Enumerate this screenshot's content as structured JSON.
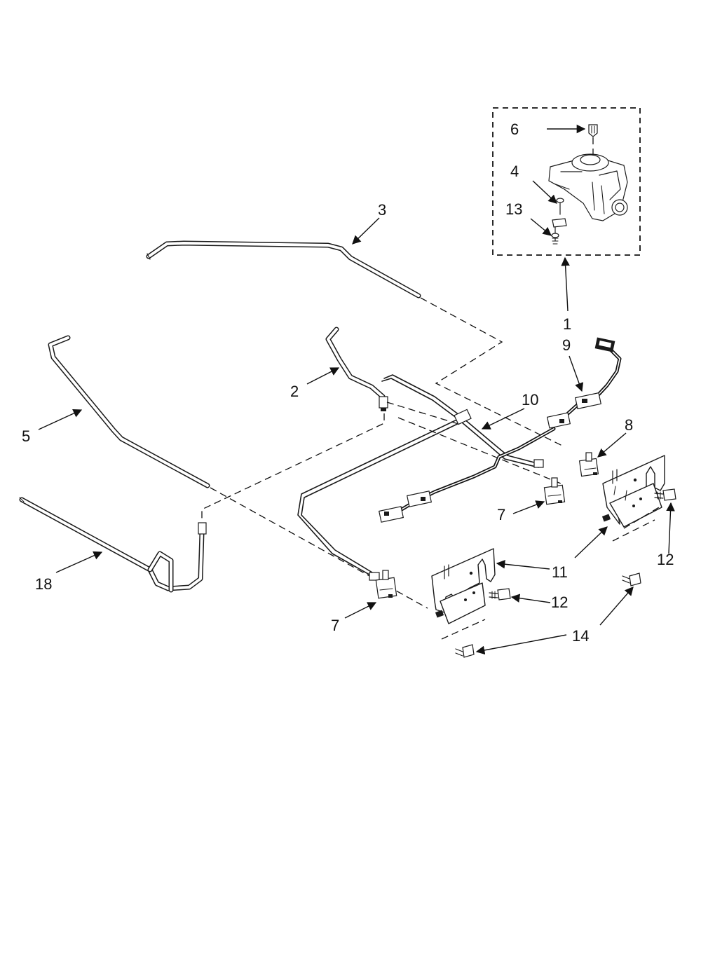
{
  "diagram": {
    "colors": {
      "line": "#1a1a1a",
      "background": "#ffffff"
    },
    "callouts": {
      "c1": "1",
      "c2": "2",
      "c3": "3",
      "c4": "4",
      "c5": "5",
      "c6": "6",
      "c7a": "7",
      "c7b": "7",
      "c8": "8",
      "c9": "9",
      "c10": "10",
      "c11": "11",
      "c12a": "12",
      "c12b": "12",
      "c13": "13",
      "c14": "14",
      "c18": "18"
    }
  }
}
